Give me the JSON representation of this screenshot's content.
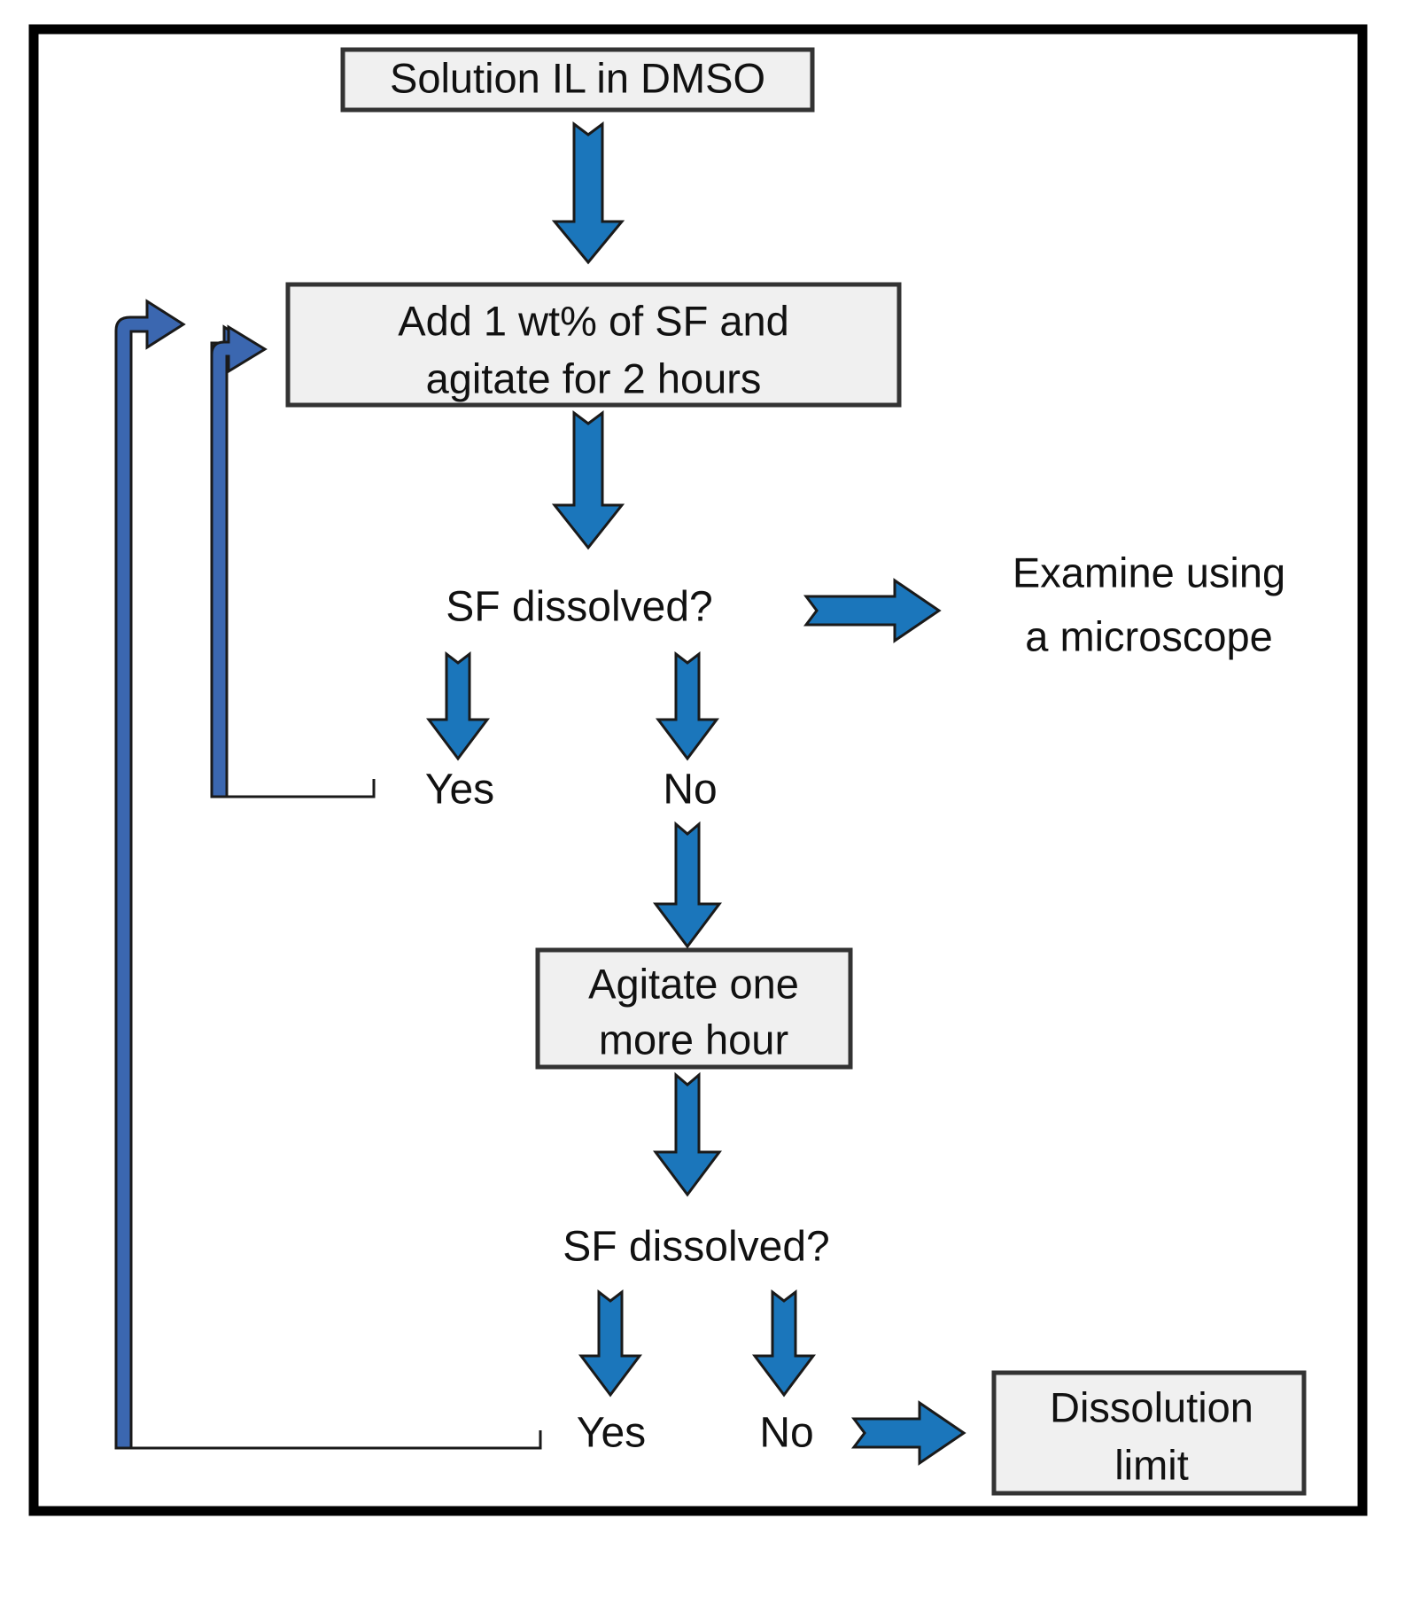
{
  "diagram": {
    "title": "SF dissolution procedure flowchart",
    "frame": {
      "stroke_color": "#000000"
    },
    "colors": {
      "box_fill": "#f0f0f0",
      "box_stroke": "#333333",
      "arrow_fill": "#1b76bb",
      "elbow_fill": "#3b67b0",
      "arrow_stroke": "#1a1a1a",
      "text": "#111111",
      "background": "#ffffff"
    },
    "nodes": {
      "start_box": {
        "label": "Solution IL in DMSO",
        "type": "process"
      },
      "add_sf_box": {
        "label_line1": "Add 1 wt% of SF and",
        "label_line2": "agitate for 2 hours",
        "type": "process"
      },
      "decision_1": {
        "label": "SF dissolved?",
        "type": "decision"
      },
      "examine_label": {
        "label_line1": "Examine using",
        "label_line2": "a microscope",
        "type": "annotation"
      },
      "decision_1_yes": {
        "label": "Yes"
      },
      "decision_1_no": {
        "label": "No"
      },
      "agitate_box": {
        "label_line1": "Agitate one",
        "label_line2": "more hour",
        "type": "process"
      },
      "decision_2": {
        "label": "SF dissolved?",
        "type": "decision"
      },
      "decision_2_yes": {
        "label": "Yes"
      },
      "decision_2_no": {
        "label": "No"
      },
      "dissolution_box": {
        "label_line1": "Dissolution",
        "label_line2": "limit",
        "type": "terminal"
      }
    },
    "edges": [
      {
        "name": "start-to-add",
        "from": "start_box",
        "to": "add_sf_box",
        "direction": "down"
      },
      {
        "name": "add-to-decision1",
        "from": "add_sf_box",
        "to": "decision_1",
        "direction": "down"
      },
      {
        "name": "decision1-to-examine",
        "from": "decision_1",
        "to": "examine_label",
        "direction": "right"
      },
      {
        "name": "decision1-to-yes",
        "from": "decision_1",
        "to": "decision_1_yes",
        "direction": "down"
      },
      {
        "name": "decision1-to-no",
        "from": "decision_1",
        "to": "decision_1_no",
        "direction": "down"
      },
      {
        "name": "yes1-return-to-add",
        "from": "decision_1_yes",
        "to": "add_sf_box",
        "direction": "left-up-right"
      },
      {
        "name": "no1-to-agitate",
        "from": "decision_1_no",
        "to": "agitate_box",
        "direction": "down"
      },
      {
        "name": "agitate-to-decision2",
        "from": "agitate_box",
        "to": "decision_2",
        "direction": "down"
      },
      {
        "name": "decision2-to-yes",
        "from": "decision_2",
        "to": "decision_2_yes",
        "direction": "down"
      },
      {
        "name": "decision2-to-no",
        "from": "decision_2",
        "to": "decision_2_no",
        "direction": "down"
      },
      {
        "name": "yes2-return-to-add",
        "from": "decision_2_yes",
        "to": "add_sf_box",
        "direction": "left-up-right"
      },
      {
        "name": "no2-to-dissolution",
        "from": "decision_2_no",
        "to": "dissolution_box",
        "direction": "right"
      }
    ]
  }
}
